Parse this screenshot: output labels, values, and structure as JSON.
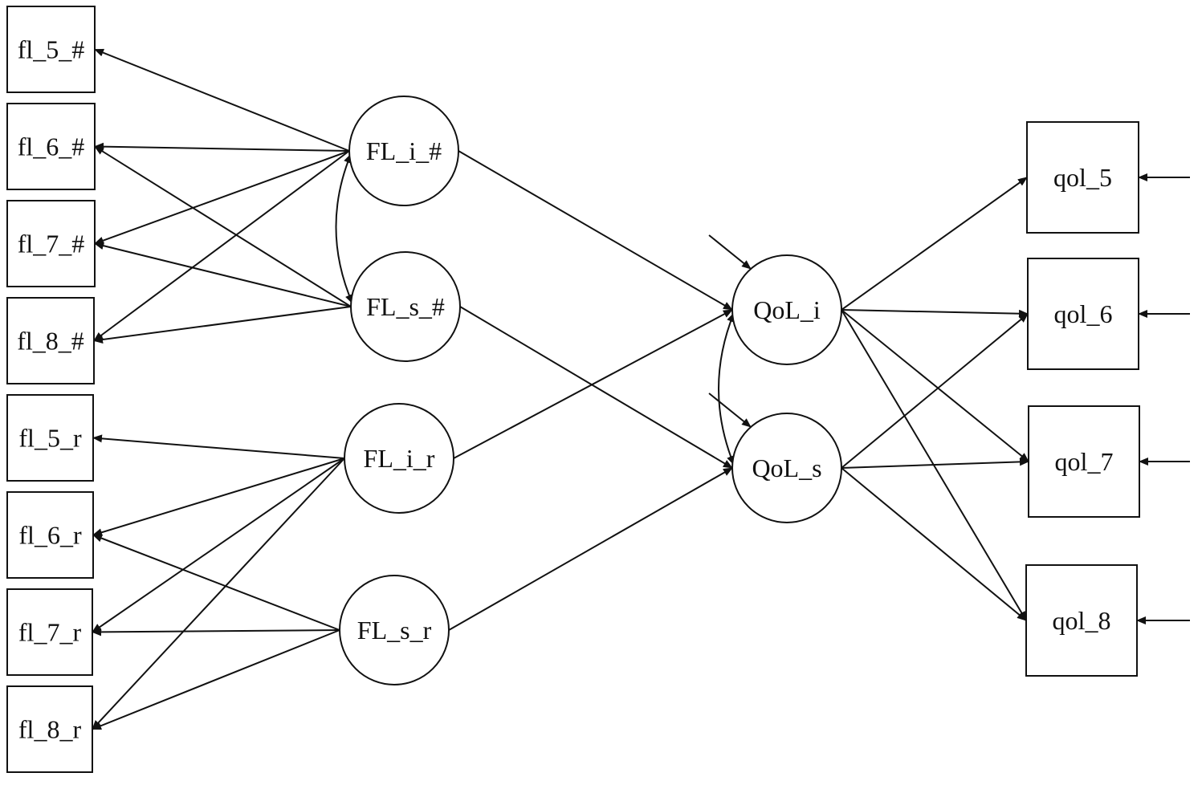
{
  "diagram": {
    "type": "structural-equation-path-diagram",
    "colors": {
      "stroke": "#111111",
      "background": "#ffffff"
    },
    "nodes": {
      "fl5h": {
        "label": "fl_5_#",
        "shape": "box"
      },
      "fl6h": {
        "label": "fl_6_#",
        "shape": "box"
      },
      "fl7h": {
        "label": "fl_7_#",
        "shape": "box"
      },
      "fl8h": {
        "label": "fl_8_#",
        "shape": "box"
      },
      "fl5r": {
        "label": "fl_5_r",
        "shape": "box"
      },
      "fl6r": {
        "label": "fl_6_r",
        "shape": "box"
      },
      "fl7r": {
        "label": "fl_7_r",
        "shape": "box"
      },
      "fl8r": {
        "label": "fl_8_r",
        "shape": "box"
      },
      "FLih": {
        "label": "FL_i_#",
        "shape": "circle"
      },
      "FLsh": {
        "label": "FL_s_#",
        "shape": "circle"
      },
      "FLir": {
        "label": "FL_i_r",
        "shape": "circle"
      },
      "FLsr": {
        "label": "FL_s_r",
        "shape": "circle"
      },
      "QoLi": {
        "label": "QoL_i",
        "shape": "circle"
      },
      "QoLs": {
        "label": "QoL_s",
        "shape": "circle"
      },
      "qol5": {
        "label": "qol_5",
        "shape": "box"
      },
      "qol6": {
        "label": "qol_6",
        "shape": "box"
      },
      "qol7": {
        "label": "qol_7",
        "shape": "box"
      },
      "qol8": {
        "label": "qol_8",
        "shape": "box"
      }
    },
    "edges": [
      {
        "from": "FLih",
        "to": "fl5h"
      },
      {
        "from": "FLih",
        "to": "fl6h"
      },
      {
        "from": "FLih",
        "to": "fl7h"
      },
      {
        "from": "FLih",
        "to": "fl8h"
      },
      {
        "from": "FLsh",
        "to": "fl6h"
      },
      {
        "from": "FLsh",
        "to": "fl7h"
      },
      {
        "from": "FLsh",
        "to": "fl8h"
      },
      {
        "from": "FLir",
        "to": "fl5r"
      },
      {
        "from": "FLir",
        "to": "fl6r"
      },
      {
        "from": "FLir",
        "to": "fl7r"
      },
      {
        "from": "FLir",
        "to": "fl8r"
      },
      {
        "from": "FLsr",
        "to": "fl6r"
      },
      {
        "from": "FLsr",
        "to": "fl7r"
      },
      {
        "from": "FLsr",
        "to": "fl8r"
      },
      {
        "from": "FLih",
        "to": "QoLi"
      },
      {
        "from": "FLsh",
        "to": "QoLs"
      },
      {
        "from": "FLir",
        "to": "QoLi"
      },
      {
        "from": "FLsr",
        "to": "QoLs"
      },
      {
        "from": "QoLi",
        "to": "qol5"
      },
      {
        "from": "QoLi",
        "to": "qol6"
      },
      {
        "from": "QoLi",
        "to": "qol7"
      },
      {
        "from": "QoLi",
        "to": "qol8"
      },
      {
        "from": "QoLs",
        "to": "qol6"
      },
      {
        "from": "QoLs",
        "to": "qol7"
      },
      {
        "from": "QoLs",
        "to": "qol8"
      }
    ],
    "covariances": [
      {
        "between": [
          "FLih",
          "FLsh"
        ]
      },
      {
        "between": [
          "QoLi",
          "QoLs"
        ]
      }
    ],
    "disturbances": [
      {
        "to": "QoLi"
      },
      {
        "to": "QoLs"
      },
      {
        "to": "qol5"
      },
      {
        "to": "qol6"
      },
      {
        "to": "qol7"
      },
      {
        "to": "qol8"
      }
    ]
  }
}
